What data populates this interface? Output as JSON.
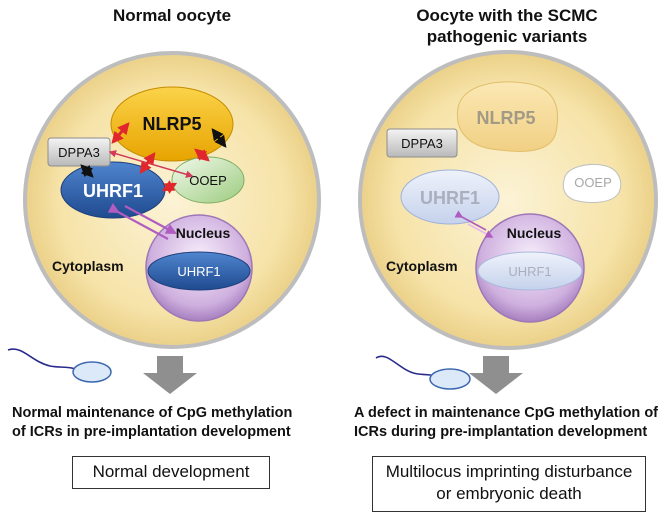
{
  "left": {
    "title": "Normal oocyte",
    "labels": {
      "nlrp5": "NLRP5",
      "dppa3": "DPPA3",
      "uhrf1": "UHRF1",
      "ooep": "OOEP",
      "nucleus": "Nucleus",
      "nuclear_uhrf1": "UHRF1",
      "cytoplasm": "Cytoplasm"
    },
    "conclusion_line1": "Normal maintenance of CpG methylation",
    "conclusion_line2": "of ICRs in pre-implantation development",
    "outcome": "Normal development"
  },
  "right": {
    "title_line1": "Oocyte with the SCMC",
    "title_line2": "pathogenic variants",
    "labels": {
      "nlrp5": "NLRP5",
      "dppa3": "DPPA3",
      "uhrf1": "UHRF1",
      "ooep": "OOEP",
      "nucleus": "Nucleus",
      "nuclear_uhrf1": "UHRF1",
      "cytoplasm": "Cytoplasm"
    },
    "conclusion_line1": "A defect in maintenance CpG methylation of",
    "conclusion_line2": "ICRs during pre-implantation development",
    "outcome_line1": "Multilocus imprinting disturbance",
    "outcome_line2": "or embryonic death"
  },
  "colors": {
    "cell_fill": "#f6e3a8",
    "cell_border": "#b8b8b8",
    "nlrp5": "#f0b400",
    "uhrf1": "#2f62ad",
    "ooep": "#b7dca0",
    "nucleus": "#c8a8d8",
    "interaction_arrow": "#e0282c",
    "binding_arrow": "#111111",
    "transport_arrow": "#b05cc0",
    "down_arrow": "#8a8a8a"
  }
}
